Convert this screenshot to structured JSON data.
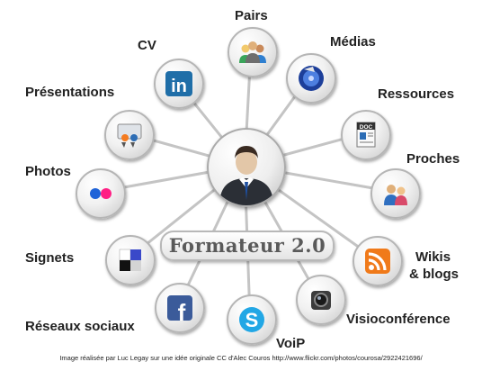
{
  "title": "Formateur 2.0",
  "labels": {
    "pairs": "Pairs",
    "cv": "CV",
    "medias": "Médias",
    "presentations": "Présentations",
    "ressources": "Ressources",
    "proches": "Proches",
    "photos": "Photos",
    "wikis_line1": "Wikis",
    "wikis_line2": "& blogs",
    "signets": "Signets",
    "reseaux": "Réseaux sociaux",
    "voip": "VoiP",
    "visio": "Visioconférence"
  },
  "icons": {
    "pairs": "group-icon",
    "cv": "linkedin-icon",
    "medias": "media-player-icon",
    "presentations": "slideshare-icon",
    "ressources": "document-icon",
    "proches": "people-icon",
    "photos": "flickr-icon",
    "wikis": "rss-icon",
    "signets": "delicious-icon",
    "reseaux": "facebook-icon",
    "voip": "skype-icon",
    "visio": "webcam-icon"
  },
  "icon_text": {
    "cv": "in",
    "ressources_badge": "DOC",
    "reseaux": "f",
    "voip": "S"
  },
  "colors": {
    "linkedin": "#1f6ea8",
    "facebook": "#3b5b9a",
    "skype": "#22a7e5",
    "rss": "#f07a1a",
    "flickr_blue": "#1f63d8",
    "flickr_pink": "#ff1f84",
    "slideshare": "#f47b20",
    "spoke": "#c4c4c4"
  },
  "credit": "Image réalisée par Luc Legay sur une idée originale CC d'Alec Couros http://www.flickr.com/photos/courosa/2922421696/"
}
